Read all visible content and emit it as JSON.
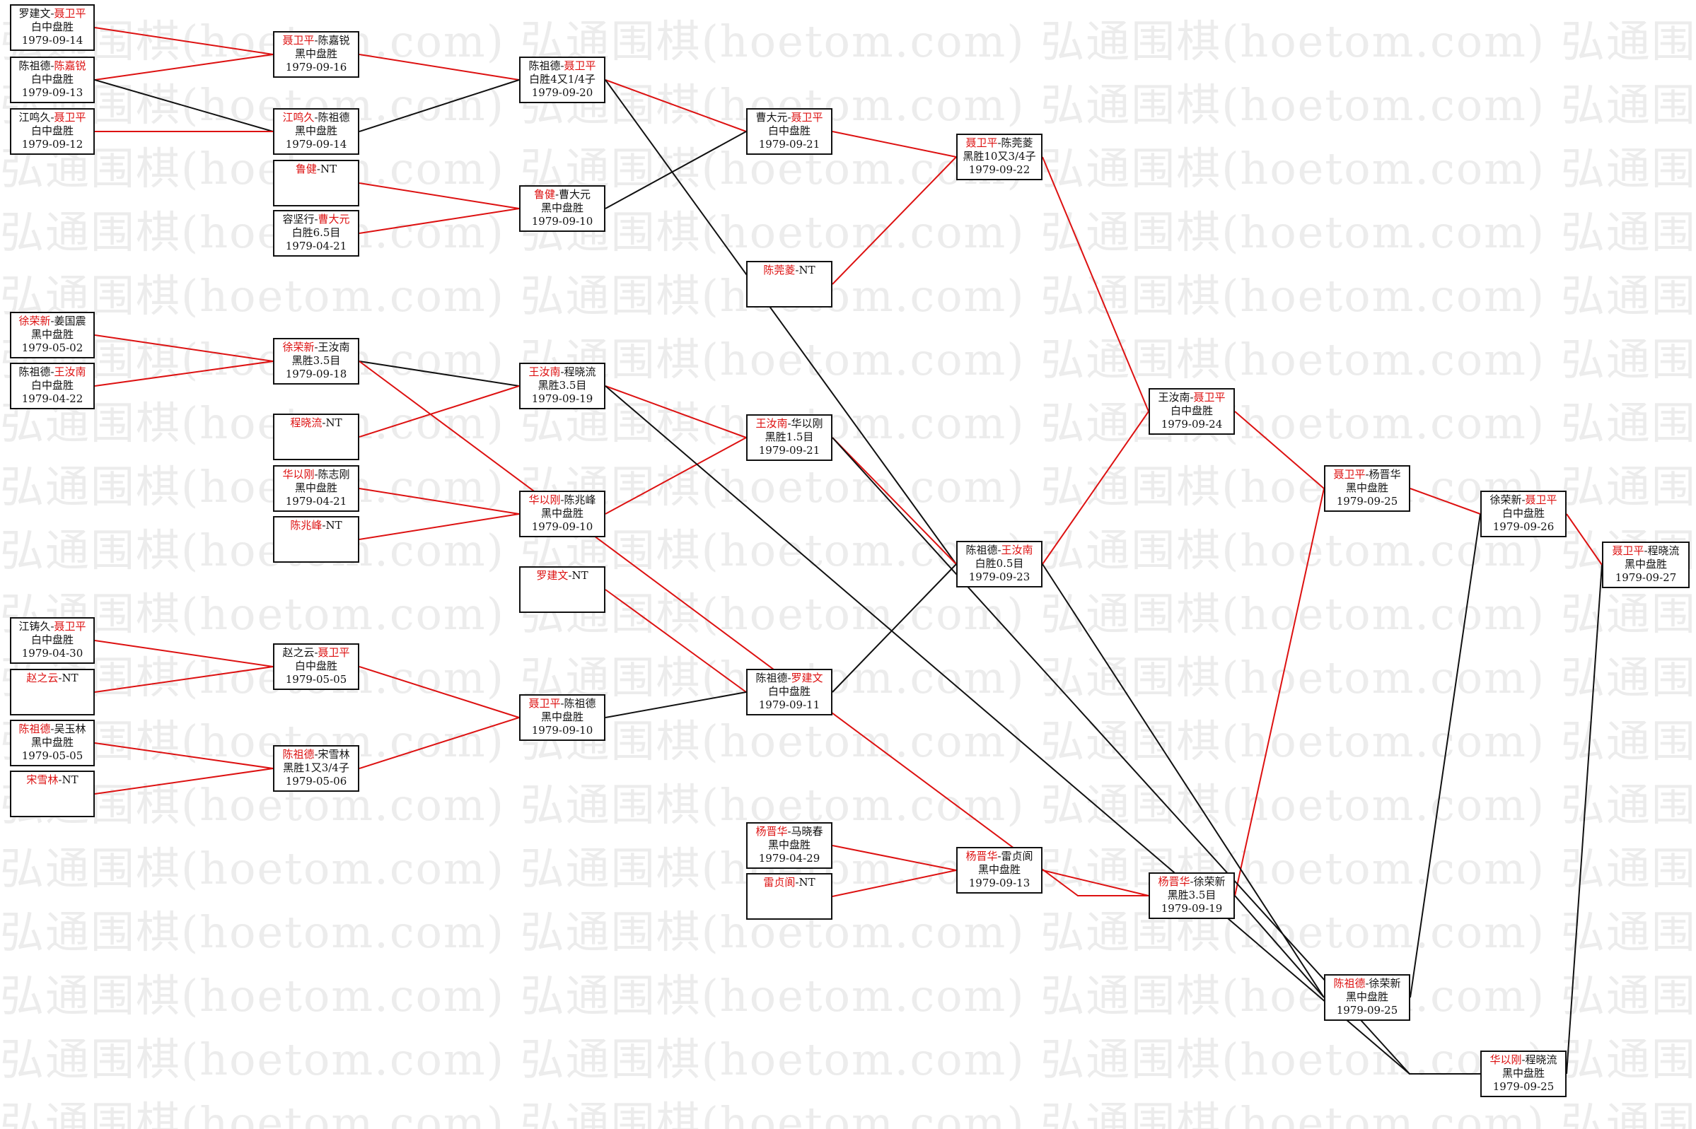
{
  "watermark_text": "弘通围棋(hoetom.com)",
  "colors": {
    "win": "#dd1111",
    "loss": "#111111",
    "background": "#ffffff",
    "watermark": "#ececec"
  },
  "matches": [
    {
      "id": "m01",
      "black": "罗建文",
      "white": "聂卫平",
      "winner": "white",
      "result": "白中盘胜",
      "date": "1979-09-14"
    },
    {
      "id": "m02",
      "black": "陈祖德",
      "white": "陈嘉锐",
      "winner": "white",
      "result": "白中盘胜",
      "date": "1979-09-13"
    },
    {
      "id": "m03",
      "black": "江鸣久",
      "white": "聂卫平",
      "winner": "white",
      "result": "白中盘胜",
      "date": "1979-09-12"
    },
    {
      "id": "m04",
      "black": "徐荣新",
      "white": "姜国震",
      "winner": "black",
      "result": "黑中盘胜",
      "date": "1979-05-02"
    },
    {
      "id": "m05",
      "black": "陈祖德",
      "white": "王汝南",
      "winner": "white",
      "result": "白中盘胜",
      "date": "1979-04-22"
    },
    {
      "id": "m06",
      "black": "江铸久",
      "white": "聂卫平",
      "winner": "white",
      "result": "白中盘胜",
      "date": "1979-04-30"
    },
    {
      "id": "m07",
      "black": "赵之云",
      "white": "NT",
      "winner": "black",
      "result": "",
      "date": ""
    },
    {
      "id": "m08",
      "black": "陈祖德",
      "white": "吴玉林",
      "winner": "black",
      "result": "黑中盘胜",
      "date": "1979-05-05"
    },
    {
      "id": "m09",
      "black": "宋雪林",
      "white": "NT",
      "winner": "black",
      "result": "",
      "date": ""
    },
    {
      "id": "m10",
      "black": "聂卫平",
      "white": "陈嘉锐",
      "winner": "black",
      "result": "黑中盘胜",
      "date": "1979-09-16"
    },
    {
      "id": "m11",
      "black": "江鸣久",
      "white": "陈祖德",
      "winner": "black",
      "result": "黑中盘胜",
      "date": "1979-09-14"
    },
    {
      "id": "m12",
      "black": "鲁健",
      "white": "NT",
      "winner": "black",
      "result": "",
      "date": ""
    },
    {
      "id": "m13",
      "black": "容坚行",
      "white": "曹大元",
      "winner": "white",
      "result": "白胜6.5目",
      "date": "1979-04-21"
    },
    {
      "id": "m14",
      "black": "徐荣新",
      "white": "王汝南",
      "winner": "black",
      "result": "黑胜3.5目",
      "date": "1979-09-18"
    },
    {
      "id": "m15",
      "black": "程晓流",
      "white": "NT",
      "winner": "black",
      "result": "",
      "date": ""
    },
    {
      "id": "m16",
      "black": "华以刚",
      "white": "陈志刚",
      "winner": "black",
      "result": "黑中盘胜",
      "date": "1979-04-21"
    },
    {
      "id": "m17",
      "black": "陈兆峰",
      "white": "NT",
      "winner": "black",
      "result": "",
      "date": ""
    },
    {
      "id": "m18",
      "black": "赵之云",
      "white": "聂卫平",
      "winner": "white",
      "result": "白中盘胜",
      "date": "1979-05-05"
    },
    {
      "id": "m19",
      "black": "陈祖德",
      "white": "宋雪林",
      "winner": "black",
      "result": "黑胜1又3/4子",
      "date": "1979-05-06"
    },
    {
      "id": "m20",
      "black": "陈祖德",
      "white": "聂卫平",
      "winner": "white",
      "result": "白胜4又1/4子",
      "date": "1979-09-20"
    },
    {
      "id": "m21",
      "black": "鲁健",
      "white": "曹大元",
      "winner": "black",
      "result": "黑中盘胜",
      "date": "1979-09-10"
    },
    {
      "id": "m22",
      "black": "王汝南",
      "white": "程晓流",
      "winner": "black",
      "result": "黑胜3.5目",
      "date": "1979-09-19"
    },
    {
      "id": "m23",
      "black": "华以刚",
      "white": "陈兆峰",
      "winner": "black",
      "result": "黑中盘胜",
      "date": "1979-09-10"
    },
    {
      "id": "m24",
      "black": "罗建文",
      "white": "NT",
      "winner": "black",
      "result": "",
      "date": ""
    },
    {
      "id": "m25",
      "black": "聂卫平",
      "white": "陈祖德",
      "winner": "black",
      "result": "黑中盘胜",
      "date": "1979-09-10"
    },
    {
      "id": "m26",
      "black": "曹大元",
      "white": "聂卫平",
      "winner": "white",
      "result": "白中盘胜",
      "date": "1979-09-21"
    },
    {
      "id": "m27",
      "black": "陈莞菱",
      "white": "NT",
      "winner": "black",
      "result": "",
      "date": ""
    },
    {
      "id": "m28",
      "black": "王汝南",
      "white": "华以刚",
      "winner": "black",
      "result": "黑胜1.5目",
      "date": "1979-09-21"
    },
    {
      "id": "m29",
      "black": "陈祖德",
      "white": "罗建文",
      "winner": "white",
      "result": "白中盘胜",
      "date": "1979-09-11"
    },
    {
      "id": "m30",
      "black": "杨晋华",
      "white": "马晓春",
      "winner": "black",
      "result": "黑中盘胜",
      "date": "1979-04-29"
    },
    {
      "id": "m31",
      "black": "雷贞阆",
      "white": "NT",
      "winner": "black",
      "result": "",
      "date": ""
    },
    {
      "id": "m32",
      "black": "聂卫平",
      "white": "陈莞菱",
      "winner": "black",
      "result": "黑胜10又3/4子",
      "date": "1979-09-22"
    },
    {
      "id": "m33",
      "black": "陈祖德",
      "white": "王汝南",
      "winner": "white",
      "result": "白胜0.5目",
      "date": "1979-09-23"
    },
    {
      "id": "m34",
      "black": "杨晋华",
      "white": "雷贞阆",
      "winner": "black",
      "result": "黑中盘胜",
      "date": "1979-09-13"
    },
    {
      "id": "m35",
      "black": "王汝南",
      "white": "聂卫平",
      "winner": "white",
      "result": "白中盘胜",
      "date": "1979-09-24"
    },
    {
      "id": "m36",
      "black": "杨晋华",
      "white": "徐荣新",
      "winner": "black",
      "result": "黑胜3.5目",
      "date": "1979-09-19"
    },
    {
      "id": "m37",
      "black": "聂卫平",
      "white": "杨晋华",
      "winner": "black",
      "result": "黑中盘胜",
      "date": "1979-09-25"
    },
    {
      "id": "m38",
      "black": "陈祖德",
      "white": "徐荣新",
      "winner": "black",
      "result": "黑中盘胜",
      "date": "1979-09-25"
    },
    {
      "id": "m39",
      "black": "徐荣新",
      "white": "聂卫平",
      "winner": "white",
      "result": "白中盘胜",
      "date": "1979-09-26"
    },
    {
      "id": "m40",
      "black": "华以刚",
      "white": "程晓流",
      "winner": "black",
      "result": "黑中盘胜",
      "date": "1979-09-25"
    },
    {
      "id": "m41",
      "black": "聂卫平",
      "white": "程晓流",
      "winner": "black",
      "result": "黑中盘胜",
      "date": "1979-09-27"
    }
  ],
  "links": [
    {
      "from": "m01",
      "to": "m10",
      "color": "win"
    },
    {
      "from": "m02",
      "to": "m10",
      "color": "win"
    },
    {
      "from": "m02",
      "to": "m11",
      "color": "loss"
    },
    {
      "from": "m03",
      "to": "m11",
      "color": "win"
    },
    {
      "from": "m04",
      "to": "m14",
      "color": "win"
    },
    {
      "from": "m05",
      "to": "m14",
      "color": "win"
    },
    {
      "from": "m06",
      "to": "m18",
      "color": "win"
    },
    {
      "from": "m07",
      "to": "m18",
      "color": "win"
    },
    {
      "from": "m08",
      "to": "m19",
      "color": "win"
    },
    {
      "from": "m09",
      "to": "m19",
      "color": "win"
    },
    {
      "from": "m10",
      "to": "m20",
      "color": "win"
    },
    {
      "from": "m11",
      "to": "m20",
      "color": "loss"
    },
    {
      "from": "m12",
      "to": "m21",
      "color": "win"
    },
    {
      "from": "m13",
      "to": "m21",
      "color": "win"
    },
    {
      "from": "m14",
      "to": "m22",
      "color": "loss"
    },
    {
      "from": "m15",
      "to": "m22",
      "color": "win"
    },
    {
      "from": "m16",
      "to": "m23",
      "color": "win"
    },
    {
      "from": "m17",
      "to": "m23",
      "color": "win"
    },
    {
      "from": "m18",
      "to": "m25",
      "color": "win"
    },
    {
      "from": "m19",
      "to": "m25",
      "color": "win"
    },
    {
      "from": "m20",
      "to": "m26",
      "color": "win"
    },
    {
      "from": "m21",
      "to": "m26",
      "color": "loss"
    },
    {
      "from": "m22",
      "to": "m28",
      "color": "win"
    },
    {
      "from": "m23",
      "to": "m28",
      "color": "win"
    },
    {
      "from": "m24",
      "to": "m29",
      "color": "win"
    },
    {
      "from": "m25",
      "to": "m29",
      "color": "loss"
    },
    {
      "from": "m26",
      "to": "m32",
      "color": "win"
    },
    {
      "from": "m27",
      "to": "m32",
      "color": "win"
    },
    {
      "from": "m20",
      "to": "m33",
      "color": "loss"
    },
    {
      "from": "m28",
      "to": "m33",
      "color": "win"
    },
    {
      "from": "m29",
      "to": "m33",
      "color": "loss"
    },
    {
      "from": "m30",
      "to": "m34",
      "color": "win"
    },
    {
      "from": "m31",
      "to": "m34",
      "color": "win"
    },
    {
      "from": "m32",
      "to": "m35",
      "color": "win"
    },
    {
      "from": "m33",
      "to": "m35",
      "color": "win"
    },
    {
      "from": "m34",
      "to": "m36",
      "color": "win"
    },
    {
      "from": "m14",
      "to": "m36",
      "color": "win"
    },
    {
      "from": "m35",
      "to": "m37",
      "color": "win"
    },
    {
      "from": "m36",
      "to": "m37",
      "color": "win"
    },
    {
      "from": "m33",
      "to": "m38",
      "color": "loss"
    },
    {
      "from": "m36",
      "to": "m38",
      "color": "loss"
    },
    {
      "from": "m37",
      "to": "m39",
      "color": "win"
    },
    {
      "from": "m38",
      "to": "m39",
      "color": "loss"
    },
    {
      "from": "m22",
      "to": "m40",
      "color": "loss"
    },
    {
      "from": "m28",
      "to": "m40",
      "color": "loss"
    },
    {
      "from": "m39",
      "to": "m41",
      "color": "win"
    },
    {
      "from": "m40",
      "to": "m41",
      "color": "loss"
    }
  ]
}
